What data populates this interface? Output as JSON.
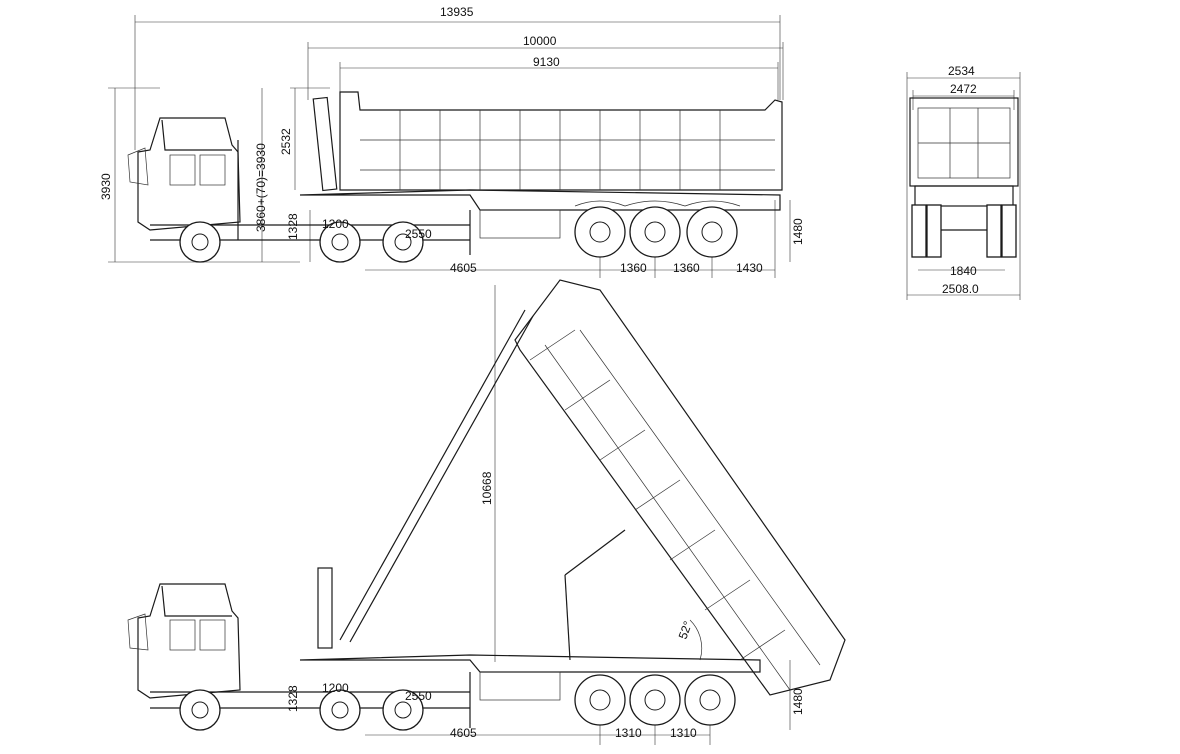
{
  "dimensions": {
    "top_view": {
      "overall_length": "13935",
      "trailer_length": "10000",
      "body_length": "9130",
      "overall_height": "3930",
      "height_expr": "3860+(70)=3930",
      "body_height": "2532",
      "kingpin_to_axle": "4605",
      "axle_spacing_1": "1360",
      "axle_spacing_2": "1360",
      "rear_overhang": "1430",
      "frame_height": "1480",
      "tractor_axle_1": "1200",
      "tractor_axle_2": "2550",
      "fifth_wheel": "1328"
    },
    "rear_view": {
      "outer_width": "2534",
      "body_width": "2472",
      "track_width": "1840",
      "overall_width": "2508.0"
    },
    "tipped_view": {
      "tip_height": "10668",
      "tip_angle": "52°",
      "kingpin_to_axle": "4605",
      "axle_spacing_1": "1310",
      "axle_spacing_2": "1310",
      "frame_height": "1480",
      "tractor_axle_1": "1200",
      "tractor_axle_2": "2550",
      "fifth_wheel": "1328"
    }
  }
}
